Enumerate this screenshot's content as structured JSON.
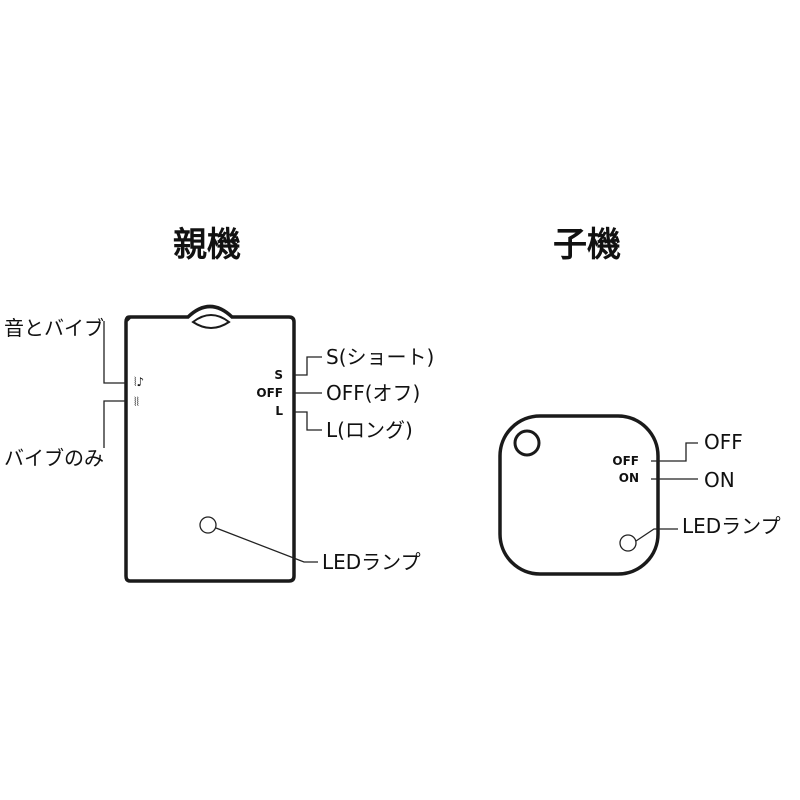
{
  "parent_unit": {
    "title": "親機",
    "mode_labels": {
      "sound_and_vibe": "音とバイブ",
      "vibe_only": "バイブのみ"
    },
    "mode_icons": {
      "sound_and_vibe": "vibration-note-icon",
      "vibe_only": "vibration-icon"
    },
    "switch_marks": [
      "S",
      "OFF",
      "L"
    ],
    "switch_options": [
      "S(ショート)",
      "OFF(オフ)",
      "L(ロング)"
    ],
    "led_label": "LEDランプ"
  },
  "child_unit": {
    "title": "子機",
    "switch_marks": [
      "OFF",
      "ON"
    ],
    "switch_options": [
      "OFF",
      "ON"
    ],
    "led_label": "LEDランプ"
  }
}
